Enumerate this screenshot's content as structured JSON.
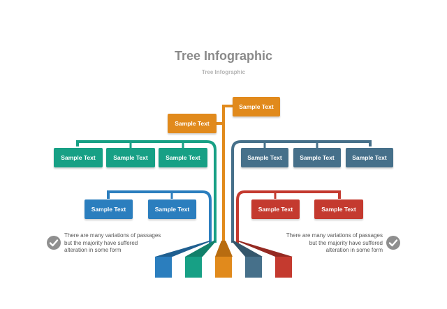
{
  "title": "Tree Infographic",
  "subtitle": "Tree Infographic",
  "colors": {
    "orange": "#E18A1C",
    "teal": "#17A085",
    "slate": "#46708A",
    "blue": "#2B7EBE",
    "red": "#C43A2F",
    "gray": "#8F8F8F"
  },
  "nodes": {
    "top_right": "Sample Text",
    "top_left": "Sample Text",
    "teal_1": "Sample Text",
    "teal_2": "Sample Text",
    "teal_3": "Sample Text",
    "slate_1": "Sample Text",
    "slate_2": "Sample Text",
    "slate_3": "Sample Text",
    "blue_1": "Sample Text",
    "blue_2": "Sample Text",
    "red_1": "Sample Text",
    "red_2": "Sample Text"
  },
  "notes": {
    "left": "There are many variations of passages\n but the majority have  suffered\nalteration in some form",
    "right": "There are many variations of passages\nbut the majority have  suffered\nalteration in some form"
  },
  "icons": {
    "left_check": "check-circle-icon",
    "right_check": "check-circle-icon"
  }
}
